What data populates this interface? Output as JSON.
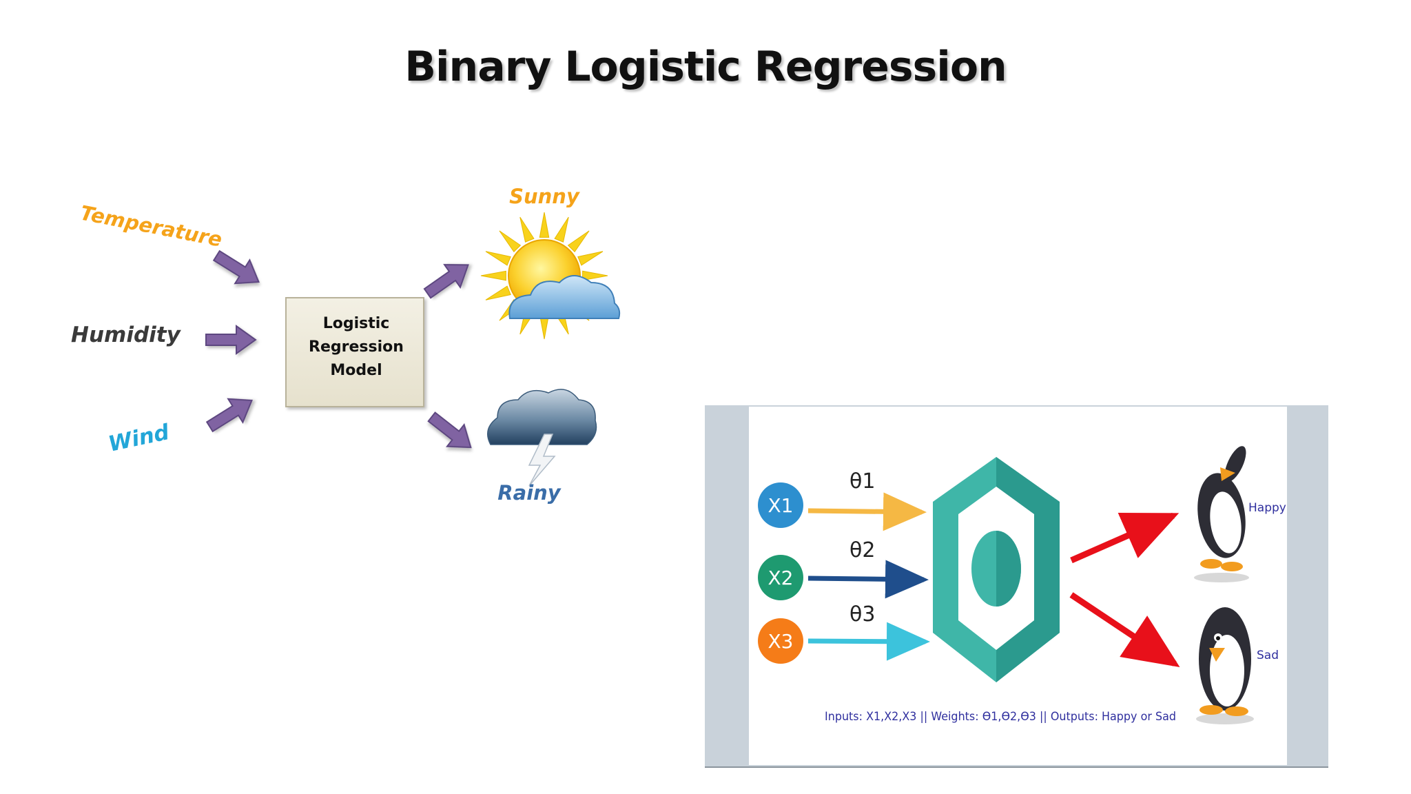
{
  "slide": {
    "title": "Binary Logistic Regression"
  },
  "left_diagram": {
    "inputs": [
      "Temperature",
      "Humidity",
      "Wind"
    ],
    "model_lines": [
      "Logistic",
      "Regression",
      "Model"
    ],
    "outputs": [
      "Sunny",
      "Rainy"
    ],
    "colors": {
      "arrow": "#8064a2",
      "temperature": "#f5a31a",
      "humidity": "#3a3a3a",
      "wind": "#22a6d8",
      "sunny": "#f5a31a",
      "rainy": "#3a6da8",
      "model_box": "#eeeadb"
    }
  },
  "right_diagram": {
    "inputs": [
      "X1",
      "X2",
      "X3"
    ],
    "weights": [
      "θ1",
      "θ2",
      "θ3"
    ],
    "outputs": [
      "Happy",
      "Sad"
    ],
    "caption": "Inputs: X1,X2,X3 || Weights: ϴ1,ϴ2,ϴ3 || Outputs: Happy or Sad",
    "colors": {
      "x1": "#2d8fcf",
      "x2": "#1e9a70",
      "x3": "#f57c18",
      "arrow1": "#f5b844",
      "arrow2": "#1f4e8c",
      "arrow3": "#3cc3dc",
      "hexagon": "#3fb6a8",
      "output_arrow": "#e8101a",
      "label": "#2f2f9e"
    }
  }
}
